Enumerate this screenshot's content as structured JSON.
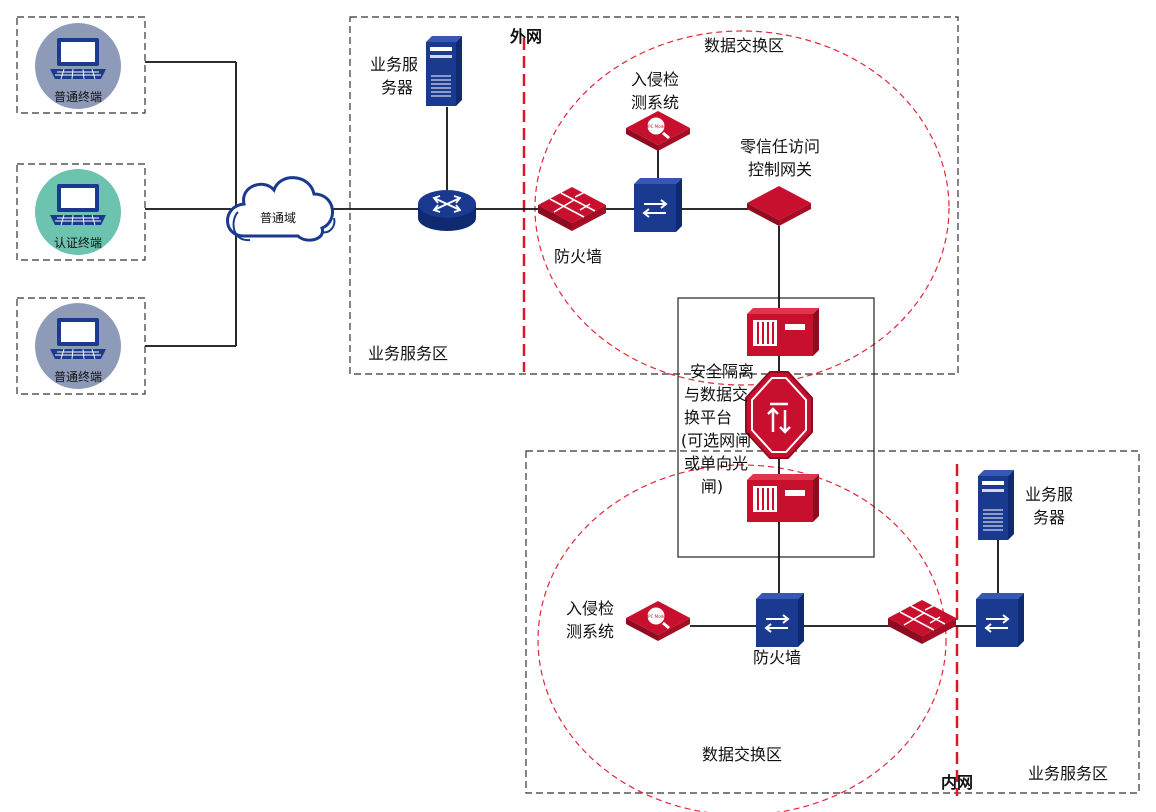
{
  "colors": {
    "red_device": "#c8102e",
    "blue_device": "#1a3a8f",
    "laptop_bg_gray": "#8e9bb8",
    "laptop_bg_teal": "#6cc3b0",
    "boundary_red": "#e0162b",
    "dashed_zone": "#e32636"
  },
  "terminals": [
    {
      "label": "普通终端",
      "icon": "laptop-icon",
      "variant": "gray"
    },
    {
      "label": "认证终端",
      "icon": "laptop-icon",
      "variant": "teal"
    },
    {
      "label": "普通终端",
      "icon": "laptop-icon",
      "variant": "gray"
    }
  ],
  "cloud": {
    "label": "普通域",
    "icon": "cloud-icon"
  },
  "top": {
    "boundary_label": "外网",
    "zone_label": "数据交换区",
    "service_zone_label": "业务服务区",
    "server_label_line1": "业务服",
    "server_label_line2": "务器",
    "ids_label_line1": "入侵检",
    "ids_label_line2": "测系统",
    "gateway_label_line1": "零信任访问",
    "gateway_label_line2": "控制网关",
    "firewall_label": "防火墙"
  },
  "platform": {
    "lines": [
      "安全隔离",
      "与数据交",
      "换平台",
      "(可选网闸",
      "或单向光",
      "闸)"
    ]
  },
  "bottom": {
    "boundary_label": "内网",
    "zone_label": "数据交换区",
    "service_zone_label": "业务服务区",
    "ids_label_line1": "入侵检",
    "ids_label_line2": "测系统",
    "firewall_label": "防火墙",
    "server_label_line1": "业务服",
    "server_label_line2": "务器"
  },
  "ids_badge": "DPC Model"
}
